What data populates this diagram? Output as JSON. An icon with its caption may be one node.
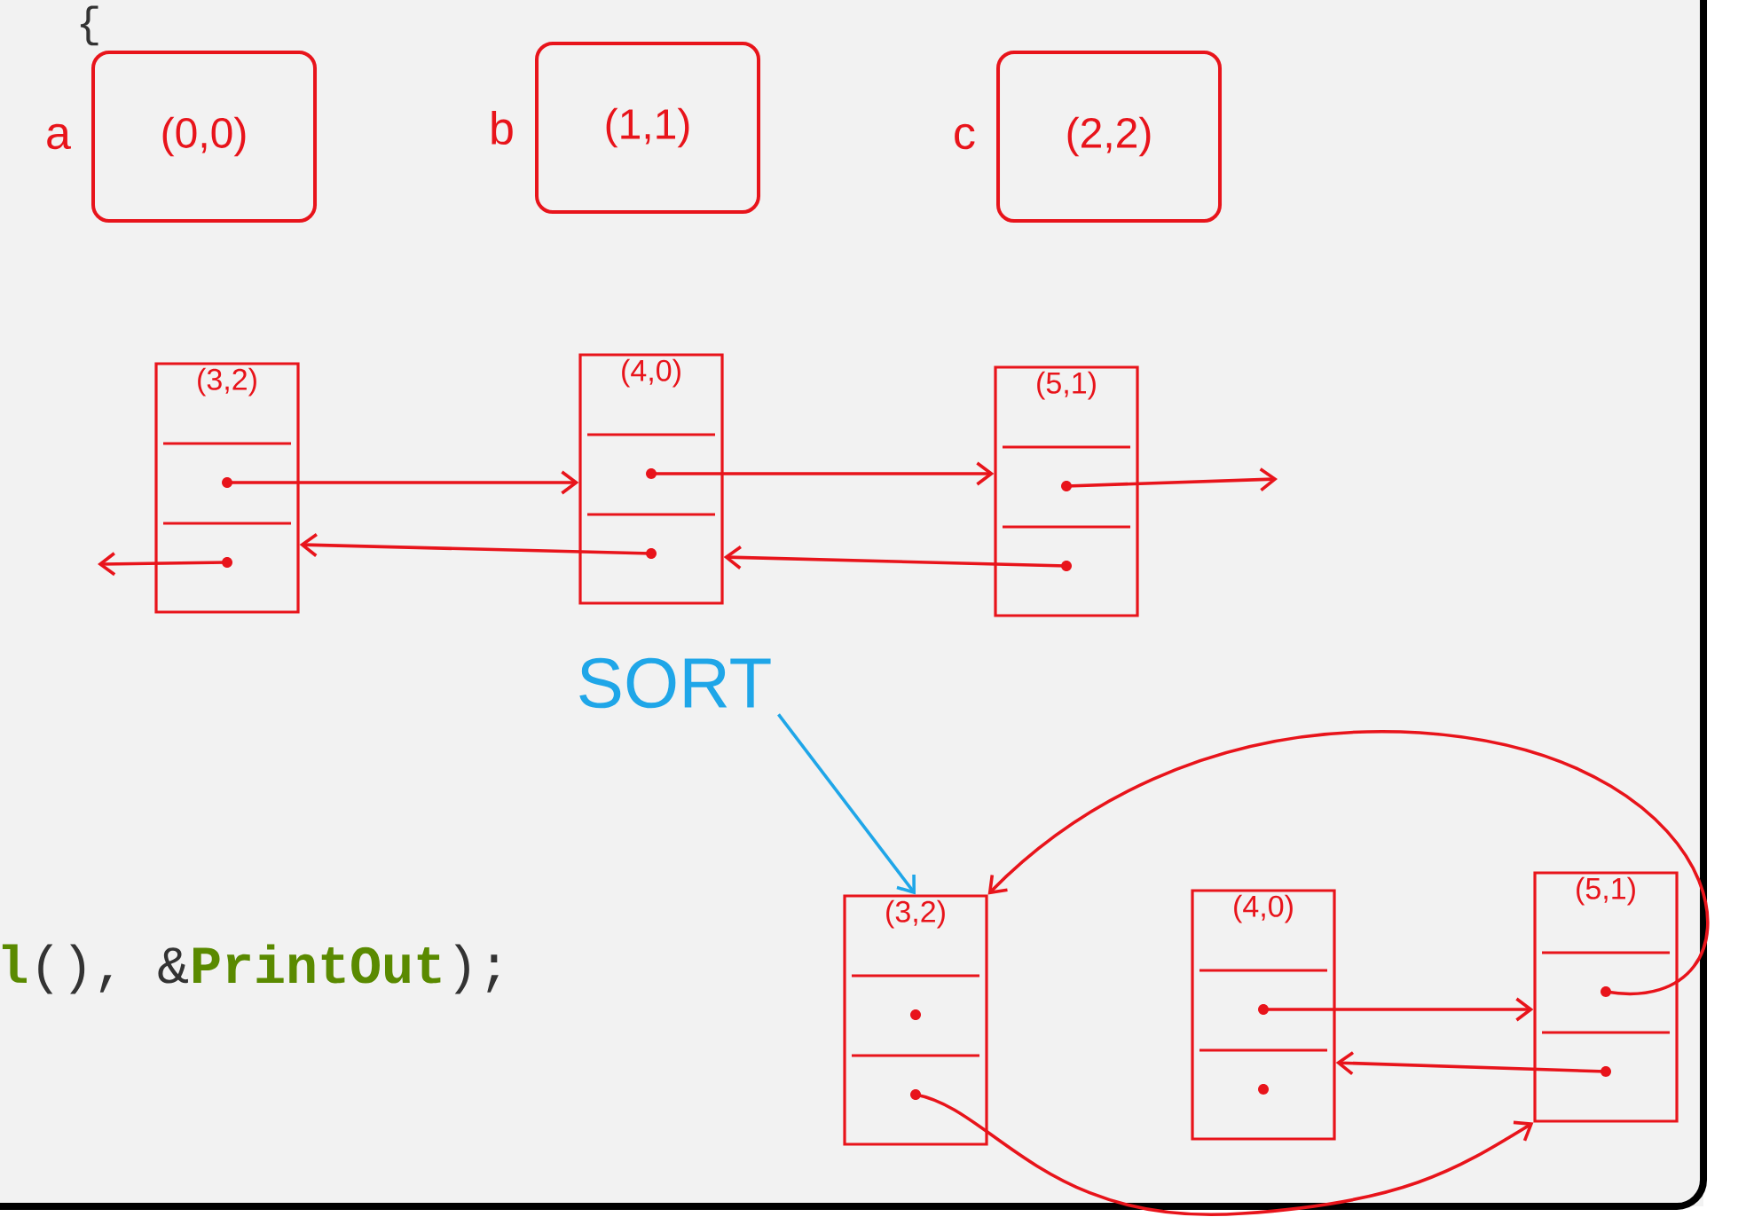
{
  "diagram": {
    "nodes": [
      {
        "text": [
          "(0,0)"
        ],
        "beside": [
          "a"
        ]
      },
      {
        "text": [
          "(1,1)"
        ],
        "beside": [
          "b"
        ]
      },
      {
        "text": [
          "(2,2)"
        ],
        "beside": [
          "c"
        ]
      },
      {
        "text": [
          "(3,2)"
        ]
      },
      {
        "text": [
          "(4,0)"
        ]
      },
      {
        "text": [
          "(5,1)"
        ]
      },
      {
        "text": [
          "SORT"
        ]
      },
      {
        "text": [
          "(3,2)"
        ]
      },
      {
        "text": [
          "(4,0)"
        ]
      },
      {
        "text": [
          "(5,1)"
        ]
      }
    ],
    "edges": [
      {
        "from": 3,
        "to": 4,
        "arrow": "to"
      },
      {
        "from": 4,
        "to": 5,
        "arrow": "to"
      },
      {
        "from": 5,
        "to": null,
        "arrow": "to"
      },
      {
        "from": 4,
        "to": 3,
        "arrow": "to"
      },
      {
        "from": 5,
        "to": 4,
        "arrow": "to"
      },
      {
        "from": 3,
        "to": null,
        "arrow": "to"
      },
      {
        "from": 6,
        "to": 7,
        "arrow": "to",
        "color": "#1fa6e8"
      },
      {
        "from": 8,
        "to": 9,
        "arrow": "to"
      },
      {
        "from": 9,
        "to": 8,
        "arrow": "to"
      },
      {
        "from": 9,
        "to": 7,
        "arrow": "to"
      },
      {
        "from": 7,
        "to": 9,
        "arrow": "to"
      }
    ],
    "labels": [
      "{",
      "l",
      "(), &",
      "PrintOut",
      ");"
    ]
  }
}
